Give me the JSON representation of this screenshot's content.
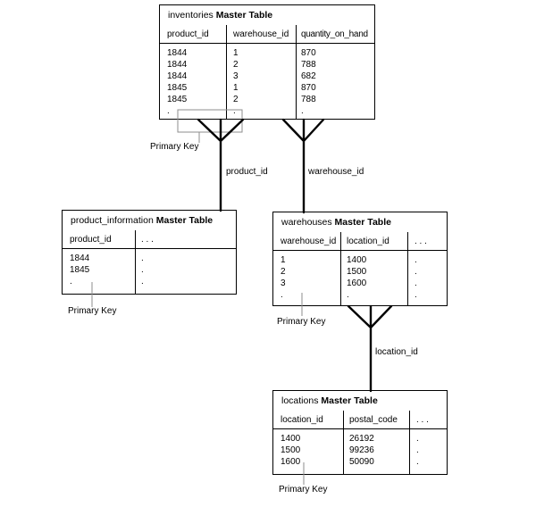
{
  "tables": {
    "inventories": {
      "name": "inventories",
      "title_suffix": "Master Table",
      "headers": [
        "product_id",
        "warehouse_id",
        "quantity_on_hand"
      ],
      "rows": [
        [
          "1844",
          "1",
          "870"
        ],
        [
          "1844",
          "2",
          "788"
        ],
        [
          "1844",
          "3",
          "682"
        ],
        [
          "1845",
          "1",
          "870"
        ],
        [
          "1845",
          "2",
          "788"
        ],
        [
          ".",
          ".",
          "."
        ]
      ]
    },
    "product_information": {
      "name": "product_information",
      "title_suffix": "Master Table",
      "headers": [
        "product_id",
        ". . ."
      ],
      "rows": [
        [
          "1844",
          "."
        ],
        [
          "1845",
          "."
        ],
        [
          ".",
          "."
        ]
      ]
    },
    "warehouses": {
      "name": "warehouses",
      "title_suffix": "Master Table",
      "headers": [
        "warehouse_id",
        "location_id",
        ". . ."
      ],
      "rows": [
        [
          "1",
          "1400",
          "."
        ],
        [
          "2",
          "1500",
          "."
        ],
        [
          "3",
          "1600",
          "."
        ],
        [
          ".",
          ".",
          "."
        ]
      ]
    },
    "locations": {
      "name": "locations",
      "title_suffix": "Master Table",
      "headers": [
        "location_id",
        "postal_code",
        ". . ."
      ],
      "rows": [
        [
          "1400",
          "26192",
          "."
        ],
        [
          "1500",
          "99236",
          "."
        ],
        [
          "1600",
          "50090",
          "."
        ]
      ]
    }
  },
  "connector_labels": {
    "product_id": "product_id",
    "warehouse_id": "warehouse_id",
    "location_id": "location_id"
  },
  "primary_key_label": "Primary Key",
  "colors": {
    "line": "#000000",
    "pointer": "#8c8c8c",
    "text": "#000000",
    "background": "#ffffff"
  }
}
